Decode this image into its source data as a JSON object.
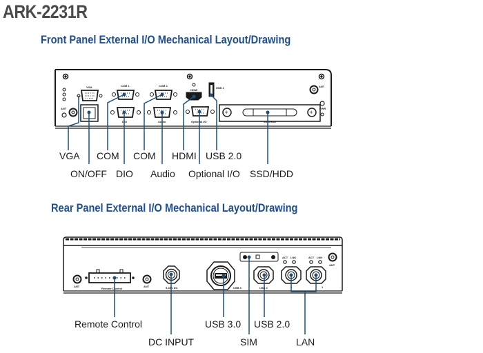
{
  "title": "ARK-2231R",
  "front": {
    "section_title": "Front Panel External I/O Mechanical Layout/Drawing",
    "labels": [
      {
        "id": "vga",
        "text": "VGA"
      },
      {
        "id": "onoff",
        "text": "ON/OFF"
      },
      {
        "id": "com1",
        "text": "COM"
      },
      {
        "id": "dio",
        "text": "DIO"
      },
      {
        "id": "com2",
        "text": "COM"
      },
      {
        "id": "audio",
        "text": "Audio"
      },
      {
        "id": "hdmi",
        "text": "HDMI"
      },
      {
        "id": "optio",
        "text": "Optional I/O"
      },
      {
        "id": "usb2",
        "text": "USB 2.0"
      },
      {
        "id": "ssd",
        "text": "SSD/HDD"
      }
    ],
    "silkscreen": {
      "vga": "VGA",
      "com1": "COM 1",
      "com2": "COM 2",
      "hdmi": "HDMI",
      "usb": "USB 1",
      "dio": "DIO",
      "audio": "Audio",
      "optio": "Optional I/O",
      "ssd": "SSD/HDD",
      "ant_left": "ANT",
      "ant_right": "ANT",
      "pwr": "PWR"
    }
  },
  "rear": {
    "section_title": "Rear Panel External I/O Mechanical Layout/Drawing",
    "labels": [
      {
        "id": "remote",
        "text": "Remote Control"
      },
      {
        "id": "dc",
        "text": "DC INPUT"
      },
      {
        "id": "usb3",
        "text": "USB 3.0"
      },
      {
        "id": "sim",
        "text": "SIM"
      },
      {
        "id": "usb2",
        "text": "USB 2.0"
      },
      {
        "id": "lan",
        "text": "LAN"
      }
    ],
    "silkscreen": {
      "ant1": "ANT",
      "remote": "Remote Control",
      "ant2": "ANT",
      "dc": "9-36V DC",
      "usb3": "USB 3",
      "usb2": "USB 2",
      "act": "ACT",
      "lnk": "LNK",
      "ant3": "ANT",
      "lan2": "2",
      "lan1": "1"
    }
  },
  "colors": {
    "leader": "#1f4e79",
    "heading": "#1f4e8c",
    "title": "#4a4a4a",
    "line": "#1a1a1a"
  }
}
